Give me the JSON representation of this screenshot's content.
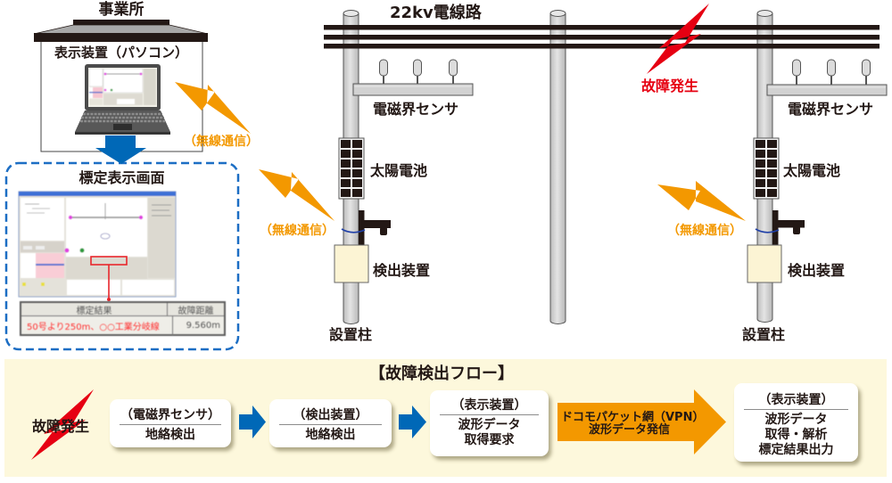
{
  "office": {
    "title": "事業所",
    "device_label": "表示装置（パソコン）",
    "wireless_label": "（無線通信）"
  },
  "location_screen": {
    "title": "標定表示画面",
    "result_table": {
      "headers": [
        "標定結果",
        "故障距離"
      ],
      "rows": [
        [
          "50号より250m、○○工業分岐線",
          "9.560m"
        ]
      ]
    }
  },
  "power_line": {
    "line_label": "22kv電線路",
    "fault_label": "故障発生",
    "poles": [
      {
        "sensor_label": "電磁界センサ",
        "solar_label": "太陽電池",
        "wireless_label": "（無線通信）",
        "detector_label": "検出装置",
        "pole_label": "設置柱"
      },
      {
        "sensor_label": "電磁界センサ",
        "solar_label": "太陽電池",
        "wireless_label": "（無線通信）",
        "detector_label": "検出装置",
        "pole_label": "設置柱"
      }
    ]
  },
  "flow": {
    "title": "【故障検出フロー】",
    "start_label": "故障発生",
    "steps": [
      {
        "header": "（電磁界センサ）",
        "lines": [
          "地絡検出"
        ]
      },
      {
        "header": "（検出装置）",
        "lines": [
          "地絡検出"
        ]
      },
      {
        "header": "（表示装置）",
        "lines": [
          "波形データ",
          "取得要求"
        ]
      },
      {
        "header": "（表示装置）",
        "lines": [
          "波形データ",
          "取得・解析",
          "標定結果出力"
        ]
      }
    ],
    "network_arrow": {
      "lines": [
        "ドコモパケット網（VPN）",
        "波形データ発信"
      ]
    }
  },
  "colors": {
    "orange": "#f39800",
    "blue": "#0068b7",
    "red": "#e60012",
    "cream": "#fdf8dc",
    "ink": "#231815"
  }
}
